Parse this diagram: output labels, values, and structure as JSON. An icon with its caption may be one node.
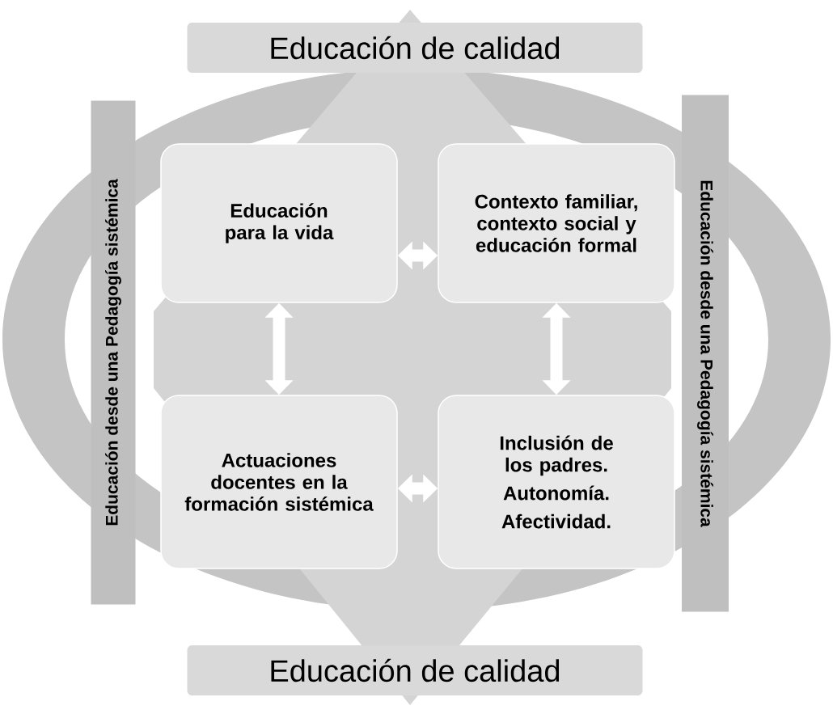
{
  "diagram": {
    "nodes": [
      {
        "text": [
          "Educación de calidad"
        ]
      },
      {
        "text": [
          "Educación desde una Pedagogía sistémica"
        ]
      },
      {
        "text": [
          "Educación para la vida"
        ]
      },
      {
        "text": [
          "Contexto familiar, contexto social y educación formal"
        ]
      },
      {
        "text": [
          "Educación desde una Pedagogía sistémica"
        ]
      },
      {
        "text": [
          "Actuaciones docentes en la formación sistémica"
        ]
      },
      {
        "text": [
          "Inclusión de los padres.",
          "Autonomía.",
          "Afectividad."
        ]
      },
      {
        "text": [
          "Educación de calidad"
        ]
      }
    ],
    "edges": [
      {
        "from": 2,
        "to": 3,
        "arrow": "both"
      },
      {
        "from": 2,
        "to": 5,
        "arrow": "both"
      },
      {
        "from": 3,
        "to": 6,
        "arrow": "both"
      },
      {
        "from": 5,
        "to": 6,
        "arrow": "both"
      }
    ]
  }
}
